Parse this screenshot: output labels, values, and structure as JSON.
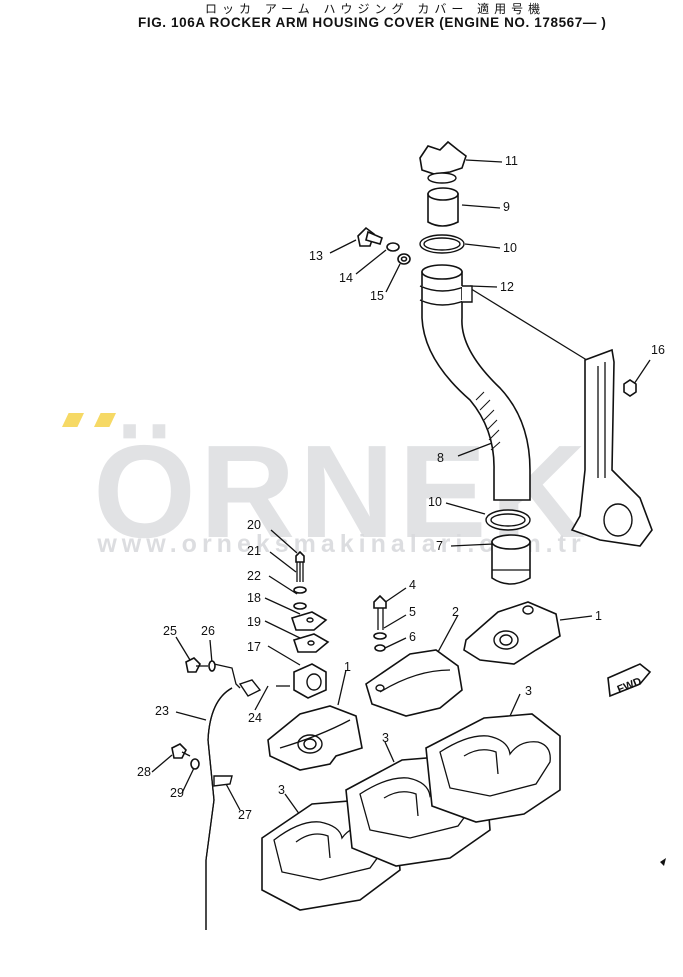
{
  "header": {
    "title_jp": "ロッカ アーム ハウジング カバー  適用号機",
    "title_en": "FIG. 106A  ROCKER ARM HOUSING COVER (ENGINE NO. 178567— )"
  },
  "watermark": {
    "brand": "ÖRNEK",
    "url": "www.orneksmakinalari.com.tr",
    "colors": {
      "letters": "#d9dadd",
      "accent": "#f4cf3e"
    }
  },
  "direction_tag": "FWD",
  "callouts": [
    {
      "id": "c11",
      "label": "11"
    },
    {
      "id": "c9",
      "label": "9"
    },
    {
      "id": "c10a",
      "label": "10"
    },
    {
      "id": "c13",
      "label": "13"
    },
    {
      "id": "c14",
      "label": "14"
    },
    {
      "id": "c15",
      "label": "15"
    },
    {
      "id": "c12",
      "label": "12"
    },
    {
      "id": "c16",
      "label": "16"
    },
    {
      "id": "c8",
      "label": "8"
    },
    {
      "id": "c10b",
      "label": "10"
    },
    {
      "id": "c7",
      "label": "7"
    },
    {
      "id": "c20",
      "label": "20"
    },
    {
      "id": "c21",
      "label": "21"
    },
    {
      "id": "c22",
      "label": "22"
    },
    {
      "id": "c18",
      "label": "18"
    },
    {
      "id": "c19",
      "label": "19"
    },
    {
      "id": "c17",
      "label": "17"
    },
    {
      "id": "c25",
      "label": "25"
    },
    {
      "id": "c26",
      "label": "26"
    },
    {
      "id": "c4",
      "label": "4"
    },
    {
      "id": "c5",
      "label": "5"
    },
    {
      "id": "c6",
      "label": "6"
    },
    {
      "id": "c2",
      "label": "2"
    },
    {
      "id": "c1a",
      "label": "1"
    },
    {
      "id": "c1b",
      "label": "1"
    },
    {
      "id": "c3a",
      "label": "3"
    },
    {
      "id": "c3b",
      "label": "3"
    },
    {
      "id": "c3c",
      "label": "3"
    },
    {
      "id": "c23",
      "label": "23"
    },
    {
      "id": "c24",
      "label": "24"
    },
    {
      "id": "c28",
      "label": "28"
    },
    {
      "id": "c29",
      "label": "29"
    },
    {
      "id": "c27",
      "label": "27"
    }
  ]
}
